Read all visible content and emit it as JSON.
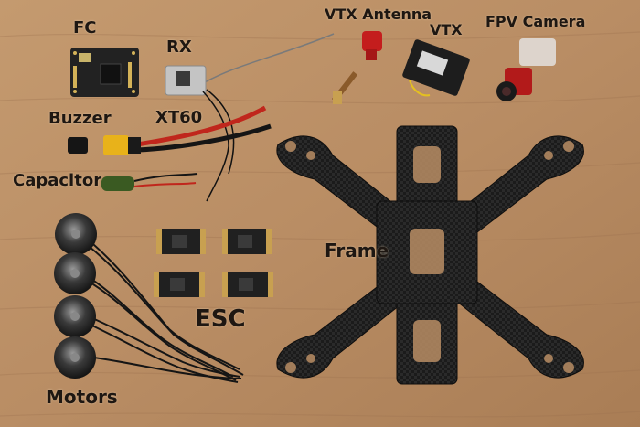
{
  "labels": {
    "fc": "FC",
    "rx": "RX",
    "vtx_antenna": "VTX Antenna",
    "vtx": "VTX",
    "fpv_camera": "FPV Camera",
    "buzzer": "Buzzer",
    "xt60": "XT60",
    "capacitor": "Capacitor",
    "frame": "Frame",
    "esc": "ESC",
    "motors": "Motors"
  },
  "colors": {
    "wood": "#b98d64",
    "carbon": "#1c1c1c",
    "xt60_yellow": "#e8b21a",
    "wire_red": "#c0261c",
    "wire_black": "#151515",
    "antenna_red": "#c41d1d",
    "capacitor_green": "#3a5a22",
    "pcb_black": "#202020"
  }
}
